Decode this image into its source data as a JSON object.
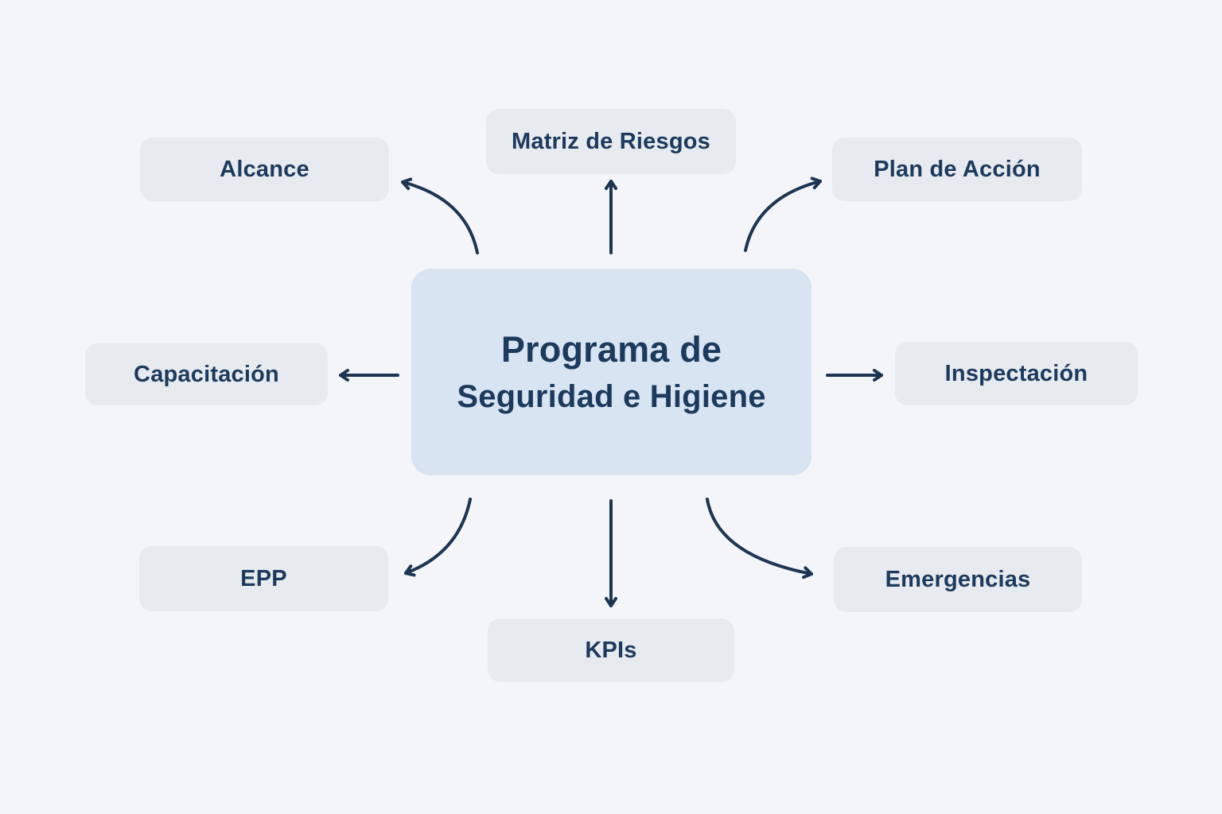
{
  "diagram": {
    "center": {
      "line1": "Programa de",
      "line2": "Seguridad e Higiene"
    },
    "nodes": [
      {
        "id": "alcance",
        "label": "Alcance"
      },
      {
        "id": "matriz",
        "label": "Matriz de Riesgos"
      },
      {
        "id": "plan",
        "label": "Plan de Acción"
      },
      {
        "id": "capacitacion",
        "label": "Capacitación"
      },
      {
        "id": "inspectacion",
        "label": "Inspectación"
      },
      {
        "id": "epp",
        "label": "EPP"
      },
      {
        "id": "kpis",
        "label": "KPIs"
      },
      {
        "id": "emergencias",
        "label": "Emergencias"
      }
    ],
    "colors": {
      "bg": "#f4f5f8",
      "center_fill": "#d8e4f2",
      "node_fill": "#e7eaee",
      "text": "#1c3a5e",
      "arrow": "#1b3553"
    }
  }
}
